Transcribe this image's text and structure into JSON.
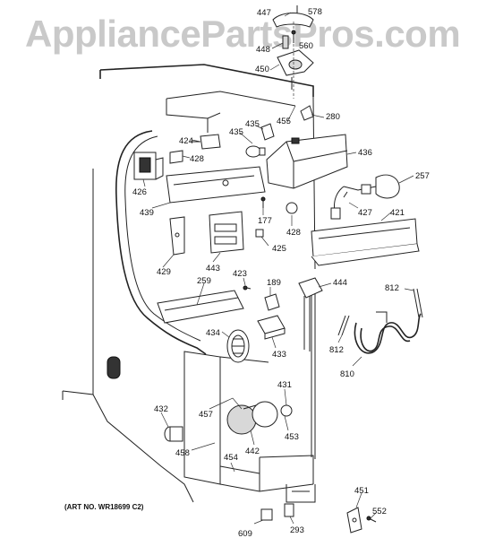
{
  "watermark": "AppliancePartsPros.com",
  "art_number": "(ART NO. WR18699 C2)",
  "callouts": [
    {
      "id": "c447",
      "text": "447"
    },
    {
      "id": "c578",
      "text": "578"
    },
    {
      "id": "c448",
      "text": "448"
    },
    {
      "id": "c560",
      "text": "560"
    },
    {
      "id": "c450",
      "text": "450"
    },
    {
      "id": "c455",
      "text": "455"
    },
    {
      "id": "c280",
      "text": "280"
    },
    {
      "id": "c435a",
      "text": "435"
    },
    {
      "id": "c435b",
      "text": "435"
    },
    {
      "id": "c424",
      "text": "424"
    },
    {
      "id": "c428a",
      "text": "428"
    },
    {
      "id": "c436",
      "text": "436"
    },
    {
      "id": "c257",
      "text": "257"
    },
    {
      "id": "c426",
      "text": "426"
    },
    {
      "id": "c439",
      "text": "439"
    },
    {
      "id": "c177",
      "text": "177"
    },
    {
      "id": "c428b",
      "text": "428"
    },
    {
      "id": "c427",
      "text": "427"
    },
    {
      "id": "c421",
      "text": "421"
    },
    {
      "id": "c425",
      "text": "425"
    },
    {
      "id": "c429",
      "text": "429"
    },
    {
      "id": "c443",
      "text": "443"
    },
    {
      "id": "c423",
      "text": "423"
    },
    {
      "id": "c259",
      "text": "259"
    },
    {
      "id": "c189",
      "text": "189"
    },
    {
      "id": "c444",
      "text": "444"
    },
    {
      "id": "c812a",
      "text": "812"
    },
    {
      "id": "c434",
      "text": "434"
    },
    {
      "id": "c433",
      "text": "433"
    },
    {
      "id": "c812b",
      "text": "812"
    },
    {
      "id": "c810",
      "text": "810"
    },
    {
      "id": "c431",
      "text": "431"
    },
    {
      "id": "c432",
      "text": "432"
    },
    {
      "id": "c457",
      "text": "457"
    },
    {
      "id": "c453",
      "text": "453"
    },
    {
      "id": "c442",
      "text": "442"
    },
    {
      "id": "c458",
      "text": "458"
    },
    {
      "id": "c454",
      "text": "454"
    },
    {
      "id": "c451",
      "text": "451"
    },
    {
      "id": "c552",
      "text": "552"
    },
    {
      "id": "c609",
      "text": "609"
    },
    {
      "id": "c293",
      "text": "293"
    }
  ]
}
